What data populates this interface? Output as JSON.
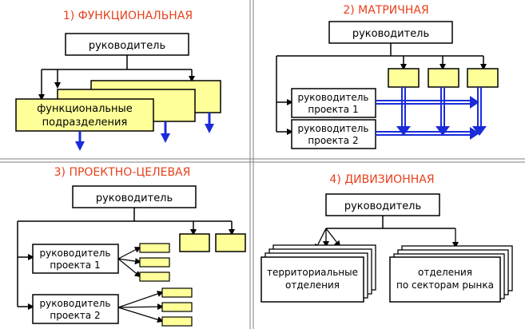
{
  "colors": {
    "title": "#e8401c",
    "box_fill": "#ffff99",
    "box_stroke": "#000000",
    "arrow_blue": "#1a2bd9",
    "line": "#000000",
    "divider": "#808080"
  },
  "sections": {
    "functional": {
      "title": "1) ФУНКЦИОНАЛЬНАЯ",
      "head": "руководитель",
      "units_line1": "функциональные",
      "units_line2": "подразделения"
    },
    "matrix": {
      "title": "2) МАТРИЧНАЯ",
      "head": "руководитель",
      "pm1_line1": "руководитель",
      "pm1_line2": "проекта 1",
      "pm2_line1": "руководитель",
      "pm2_line2": "проекта 2"
    },
    "project": {
      "title": "3) ПРОЕКТНО-ЦЕЛЕВАЯ",
      "head": "руководитель",
      "pm1_line1": "руководитель",
      "pm1_line2": "проекта 1",
      "pm2_line1": "руководитель",
      "pm2_line2": "проекта 2"
    },
    "divisional": {
      "title": "4) ДИВИЗИОННАЯ",
      "head": "руководитель",
      "terr_line1": "территориальные",
      "terr_line2": "отделения",
      "sect_line1": "отделения",
      "sect_line2": "по секторам рынка"
    }
  }
}
